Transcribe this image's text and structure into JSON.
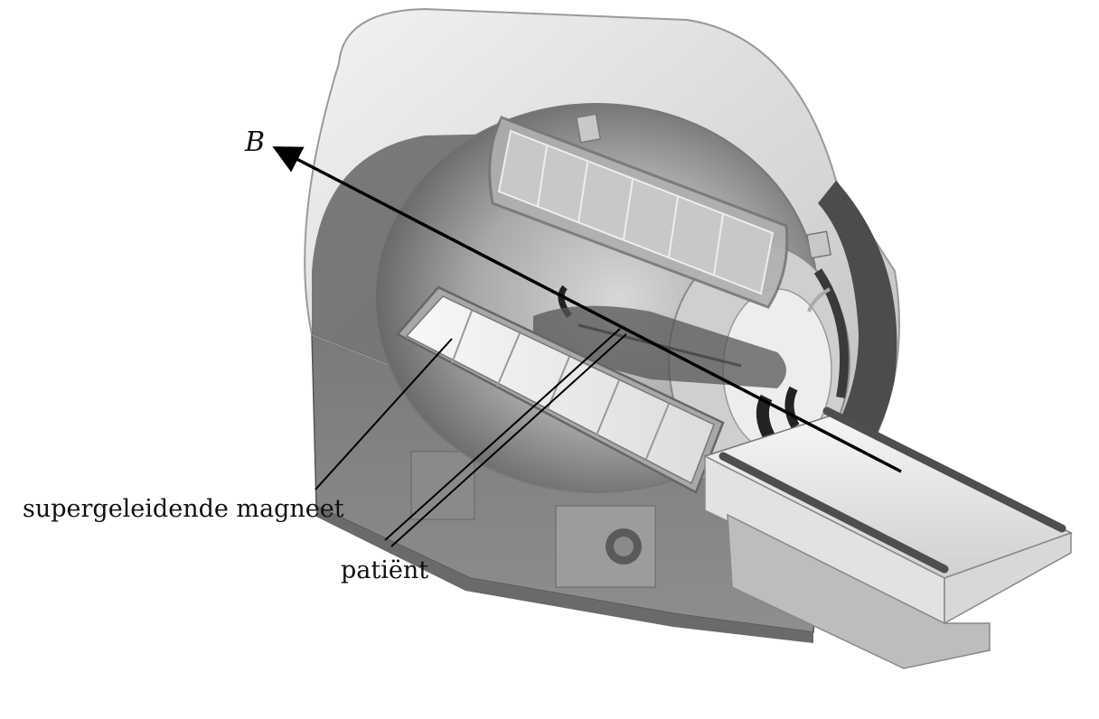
{
  "labels": {
    "field": "B",
    "magnet": "supergeleidende magneet",
    "patient": "patiënt"
  },
  "colors": {
    "housing_light": "#e4e4e4",
    "housing_mid": "#9a9a9a",
    "housing_dark": "#4a4a4a",
    "bore_dark": "#3a3a3a",
    "arrow": "#000000",
    "table_rail": "#4e4e4e"
  }
}
